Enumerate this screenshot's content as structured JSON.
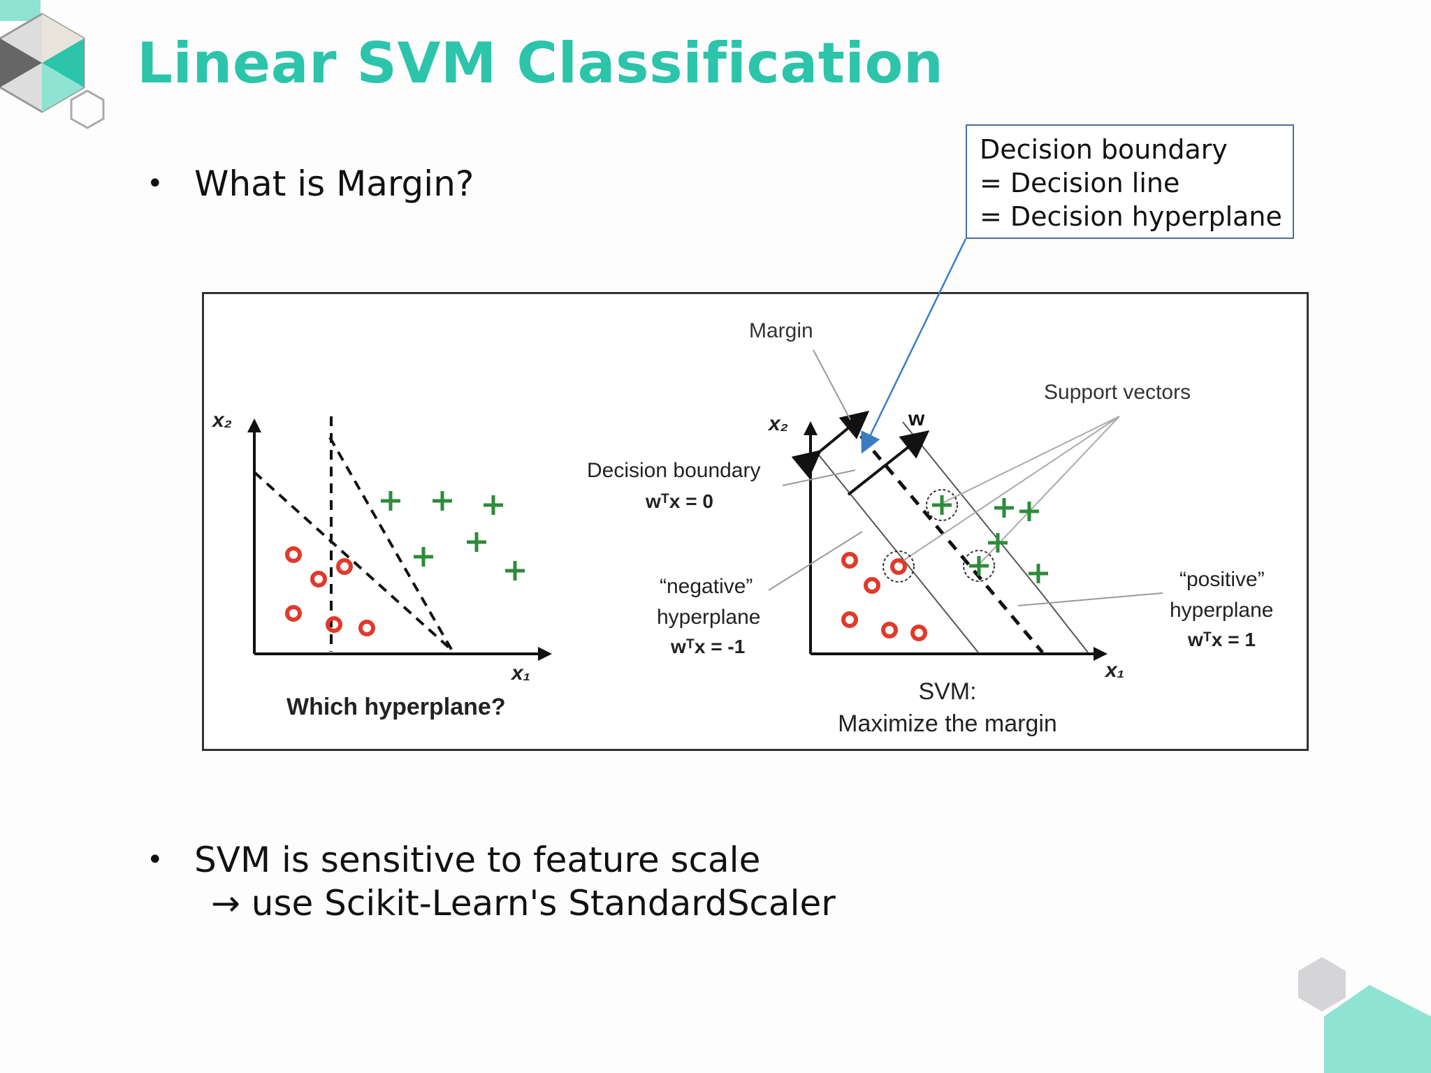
{
  "title": "Linear SVM Classification",
  "bullets": [
    {
      "text": "What is Margin?"
    },
    {
      "text": "SVM is sensitive to feature scale",
      "sub": "→ use Scikit-Learn's StandardScaler"
    }
  ],
  "callout": {
    "lines": [
      "Decision boundary",
      "= Decision line",
      "= Decision hyperplane"
    ]
  },
  "figure": {
    "left": {
      "y_axis_label": "x₂",
      "x_axis_label": "x₁",
      "caption": "Which hyperplane?"
    },
    "right": {
      "margin_label": "Margin",
      "w_label": "w",
      "support_vectors_label": "Support vectors",
      "y_axis_label": "x₂",
      "x_axis_label": "x₁",
      "decision_boundary": {
        "title": "Decision boundary",
        "equation": "wᵀx = 0"
      },
      "negative_hyperplane": {
        "line1": "“negative”",
        "line2": "hyperplane",
        "equation": "wᵀx = -1"
      },
      "positive_hyperplane": {
        "line1": "“positive”",
        "line2": "hyperplane",
        "equation": "wᵀx = 1"
      },
      "caption_line1": "SVM:",
      "caption_line2": "Maximize the margin"
    }
  },
  "colors": {
    "title": "#2cc4aa",
    "negative_marker": "#e03a2a",
    "positive_marker": "#2e8b3a",
    "callout_arrow": "#3a7cc4"
  }
}
